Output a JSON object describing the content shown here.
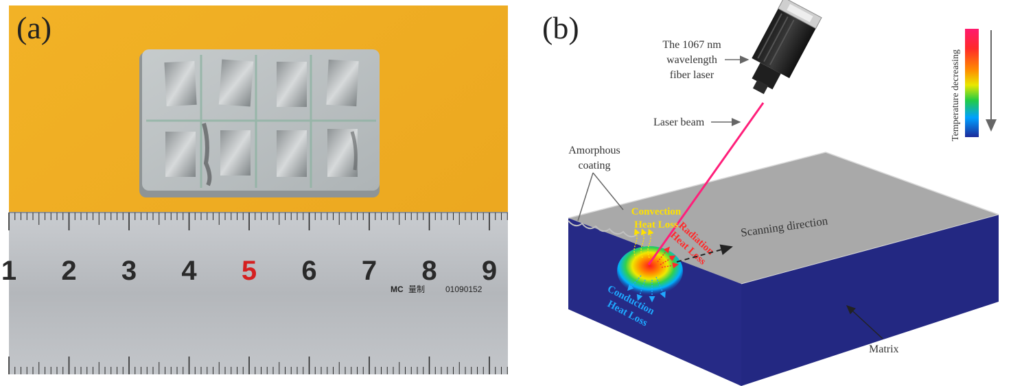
{
  "panel_a": {
    "label": "(a)",
    "ruler_numbers": [
      "1",
      "2",
      "3",
      "4",
      "5",
      "6",
      "7",
      "8",
      "9"
    ],
    "ruler_brand": "MC",
    "ruler_text_cn": "量制",
    "ruler_serial": "01090152"
  },
  "panel_b": {
    "label": "(b)",
    "laser_label_lines": [
      "The 1067 nm",
      "wavelength",
      "fiber laser"
    ],
    "laser_beam": "Laser beam",
    "amorphous_lines": [
      "Amorphous",
      "coating"
    ],
    "convection_lines": [
      "Convection",
      "Heat Loss"
    ],
    "radiation_lines": [
      "Radiation",
      "Heat Loss"
    ],
    "conduction_lines": [
      "Conduction",
      "Heat Loss"
    ],
    "scanning": "Scanning direction",
    "matrix": "Matrix",
    "temperature": "Temperature decreasing",
    "colors": {
      "beam": "#ff1f7a",
      "top_surface": "#a9a9a9",
      "front_face": "#262a86",
      "side_face": "#232882",
      "convection": "#ffe100",
      "radiation": "#ff2a2a",
      "conduction": "#1fa8ff"
    }
  }
}
